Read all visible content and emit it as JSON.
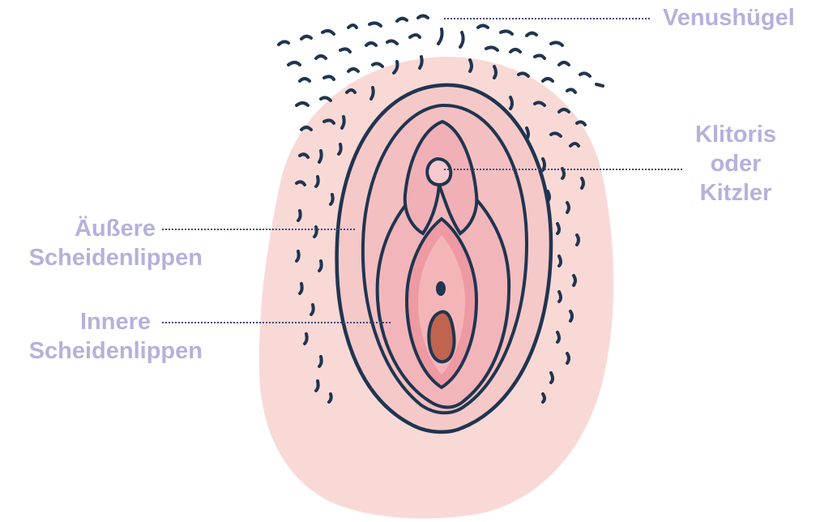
{
  "labels": {
    "mons": "Venushügel",
    "clitoris_line1": "Klitoris",
    "clitoris_line2": "oder",
    "clitoris_line3": "Kitzler",
    "outer_line1": "Äußere",
    "outer_line2": "Scheidenlippen",
    "inner_line1": "Innere",
    "inner_line2": "Scheidenlippen"
  },
  "colors": {
    "label_text": "#b5b1dc",
    "leader_line": "#3f4a7a",
    "outline": "#1f3550",
    "skin_background": "#f9d9d6",
    "outer_labia_fill": "#f6c9c9",
    "inner_labia_fill": "#f2b6ba",
    "vestibule_fill": "#ee9aa3",
    "vaginal_opening": "#c0634f",
    "hair": "#1f3550"
  }
}
